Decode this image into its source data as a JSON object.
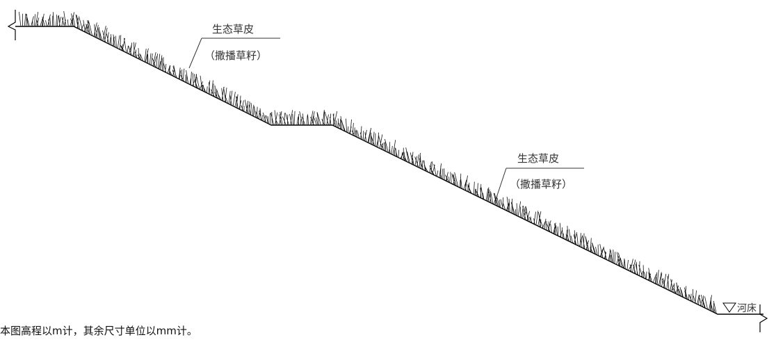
{
  "labels": {
    "turf_upper_line1": "生态草皮",
    "turf_upper_line2": "（撒播草籽）",
    "turf_lower_line1": "生态草皮",
    "turf_lower_line2": "（撒播草籽）",
    "riverbed": "河床"
  },
  "note": "本图高程以m计，其余尺寸单位以mm计。",
  "colors": {
    "line": "#000000",
    "grass": "#111111",
    "leader": "#333333"
  },
  "icons": {
    "riverbed_marker": "water-level-triangle-icon",
    "break_line": "break-line-icon"
  }
}
